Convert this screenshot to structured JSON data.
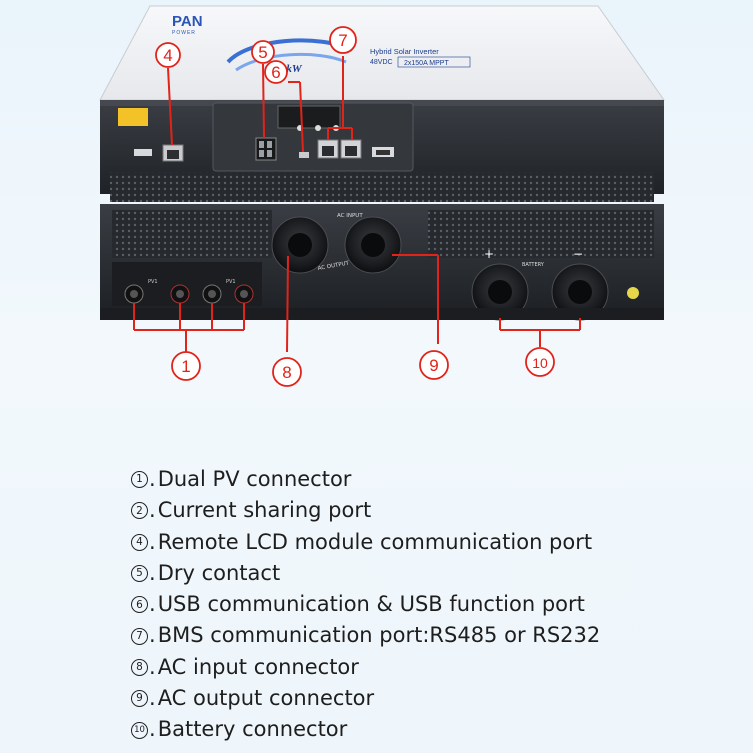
{
  "brand": {
    "logo_text": "PAN",
    "logo_sub": "POWER",
    "product_line1": "Hybrid Solar Inverter",
    "product_line2": "48VDC",
    "product_line3": "2x150A MPPT",
    "watt": "11kW"
  },
  "panel_labels": {
    "ac_input": "AC INPUT",
    "ac_output": "AC OUTPUT",
    "battery": "BATTERY",
    "plus": "+",
    "minus": "−",
    "pv1_a": "PV1",
    "pv1_b": "PV1"
  },
  "callouts": [
    "1",
    "4",
    "5",
    "6",
    "7",
    "8",
    "9",
    "10"
  ],
  "legend": [
    {
      "num": "1",
      "text": "Dual PV connector"
    },
    {
      "num": "2",
      "text": "Current sharing port"
    },
    {
      "num": "4",
      "text": "Remote LCD module communication port"
    },
    {
      "num": "5",
      "text": "Dry contact"
    },
    {
      "num": "6",
      "text": "USB communication & USB function port"
    },
    {
      "num": "7",
      "text": "BMS communication port:RS485 or RS232"
    },
    {
      "num": "8",
      "text": "AC input connector"
    },
    {
      "num": "9",
      "text": "AC output connector"
    },
    {
      "num": "10",
      "text": "Battery connector"
    }
  ],
  "colors": {
    "callout_red": "#e2231a",
    "body_dark": "#2b2e33",
    "top_white": "#ffffff",
    "brand_blue": "#2c55b8"
  }
}
